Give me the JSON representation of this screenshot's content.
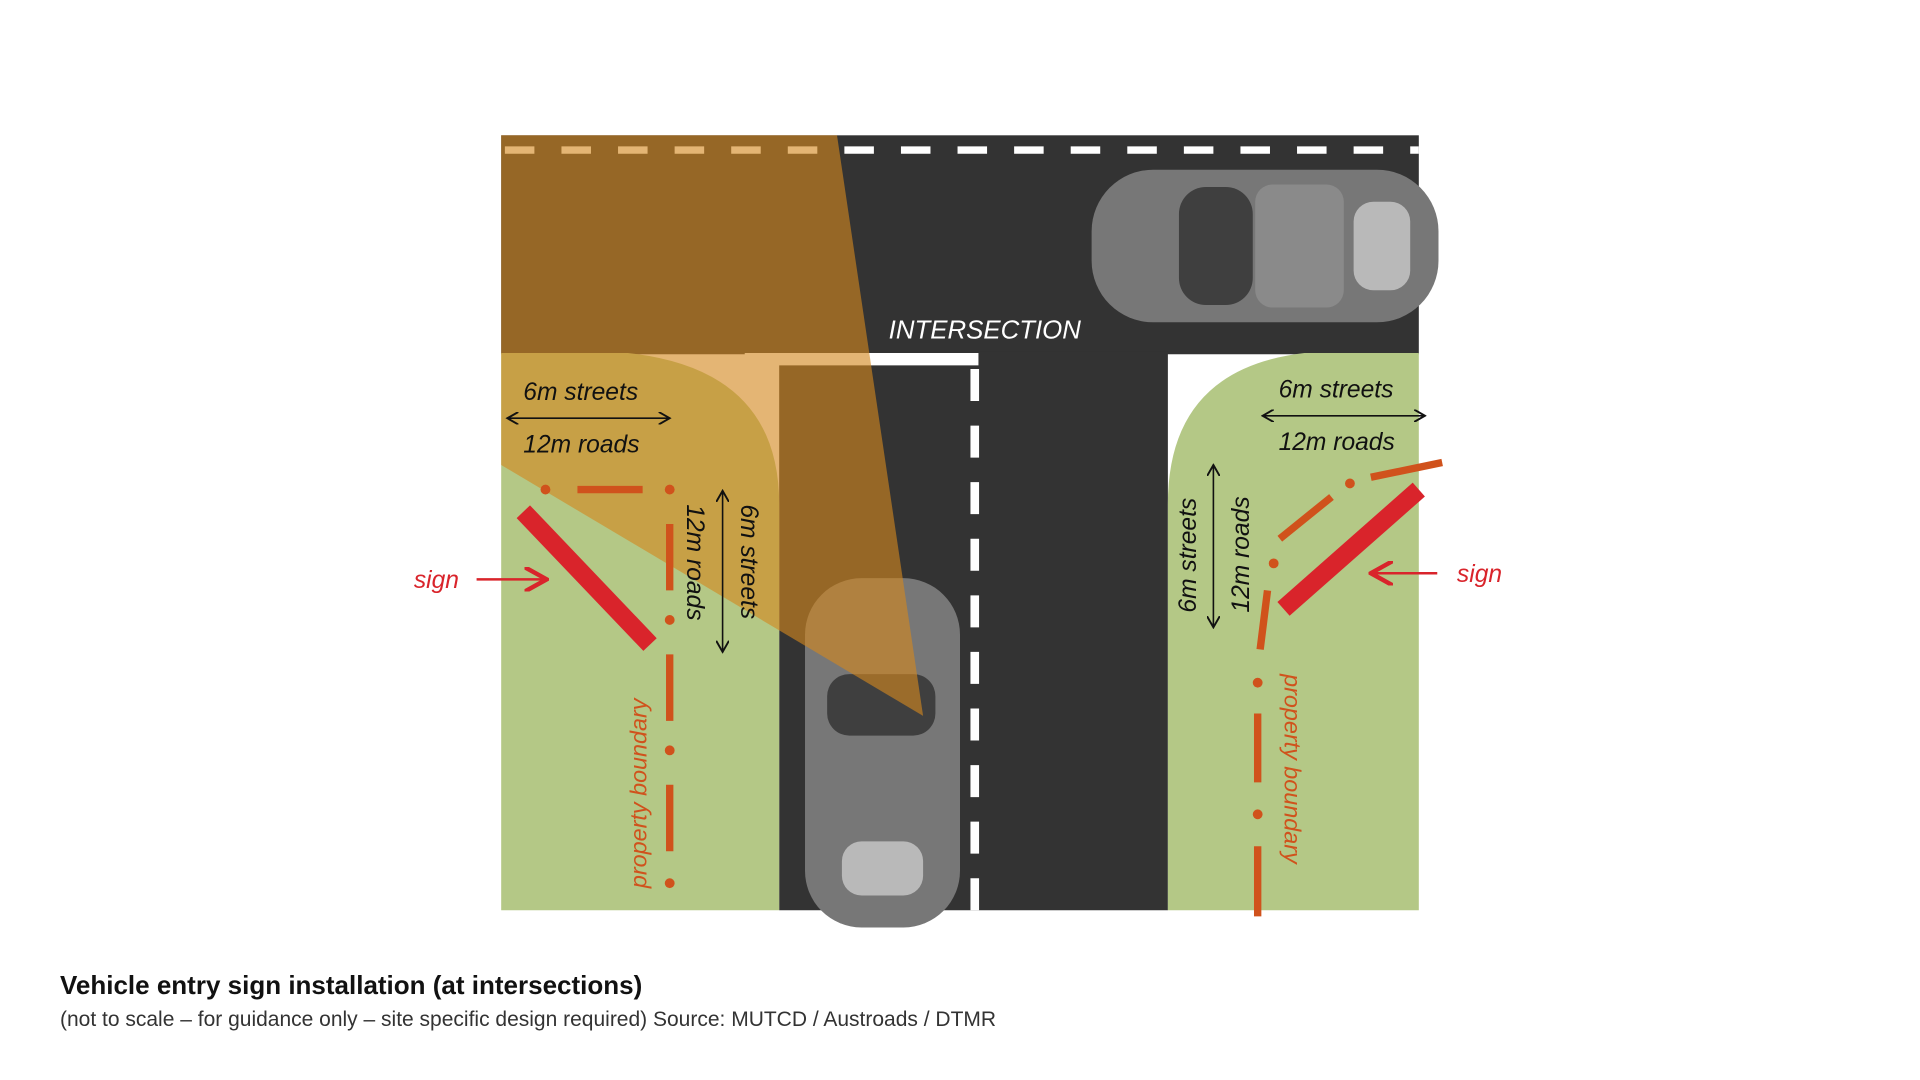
{
  "diagram": {
    "intersection_label": "INTERSECTION",
    "left_corner": {
      "horizontal_top": "6m streets",
      "horizontal_bottom": "12m roads",
      "vertical_inner": "12m roads",
      "vertical_outer": "6m streets",
      "boundary_label": "property boundary",
      "sign_label": "sign"
    },
    "right_corner": {
      "horizontal_top": "6m streets",
      "horizontal_bottom": "12m roads",
      "vertical_outer": "6m streets",
      "vertical_inner": "12m roads",
      "boundary_label": "property boundary",
      "sign_label": "sign"
    },
    "colors": {
      "road": "#333333",
      "verge": "#b4c886",
      "sight_triangle": "#d4881e",
      "boundary": "#d0521c",
      "sign": "#d9242b",
      "car": "#777777"
    }
  },
  "caption": {
    "title": "Vehicle entry sign installation (at intersections)",
    "subtitle": "(not to scale – for guidance only – site specific design required)  Source: MUTCD / Austroads / DTMR"
  }
}
